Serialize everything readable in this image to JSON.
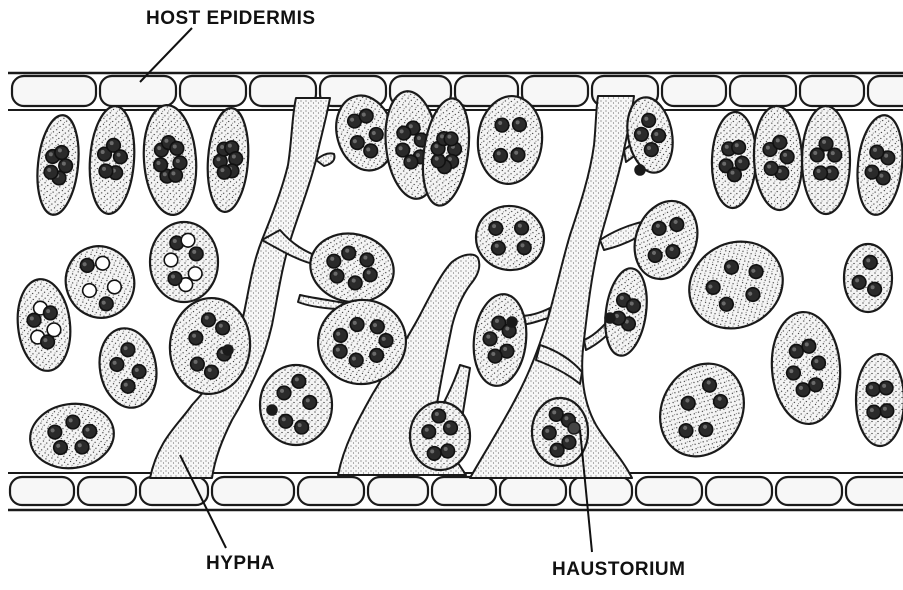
{
  "labels": {
    "host_epidermis": "HOST  EPIDERMIS",
    "hypha": "HYPHA",
    "haustorium": "HAUSTORIUM"
  },
  "colors": {
    "ink": "#1a1a1a",
    "cell_fill": "#f2f2f2",
    "stipple": "#333333",
    "nucleus": "#2a2a2a"
  }
}
